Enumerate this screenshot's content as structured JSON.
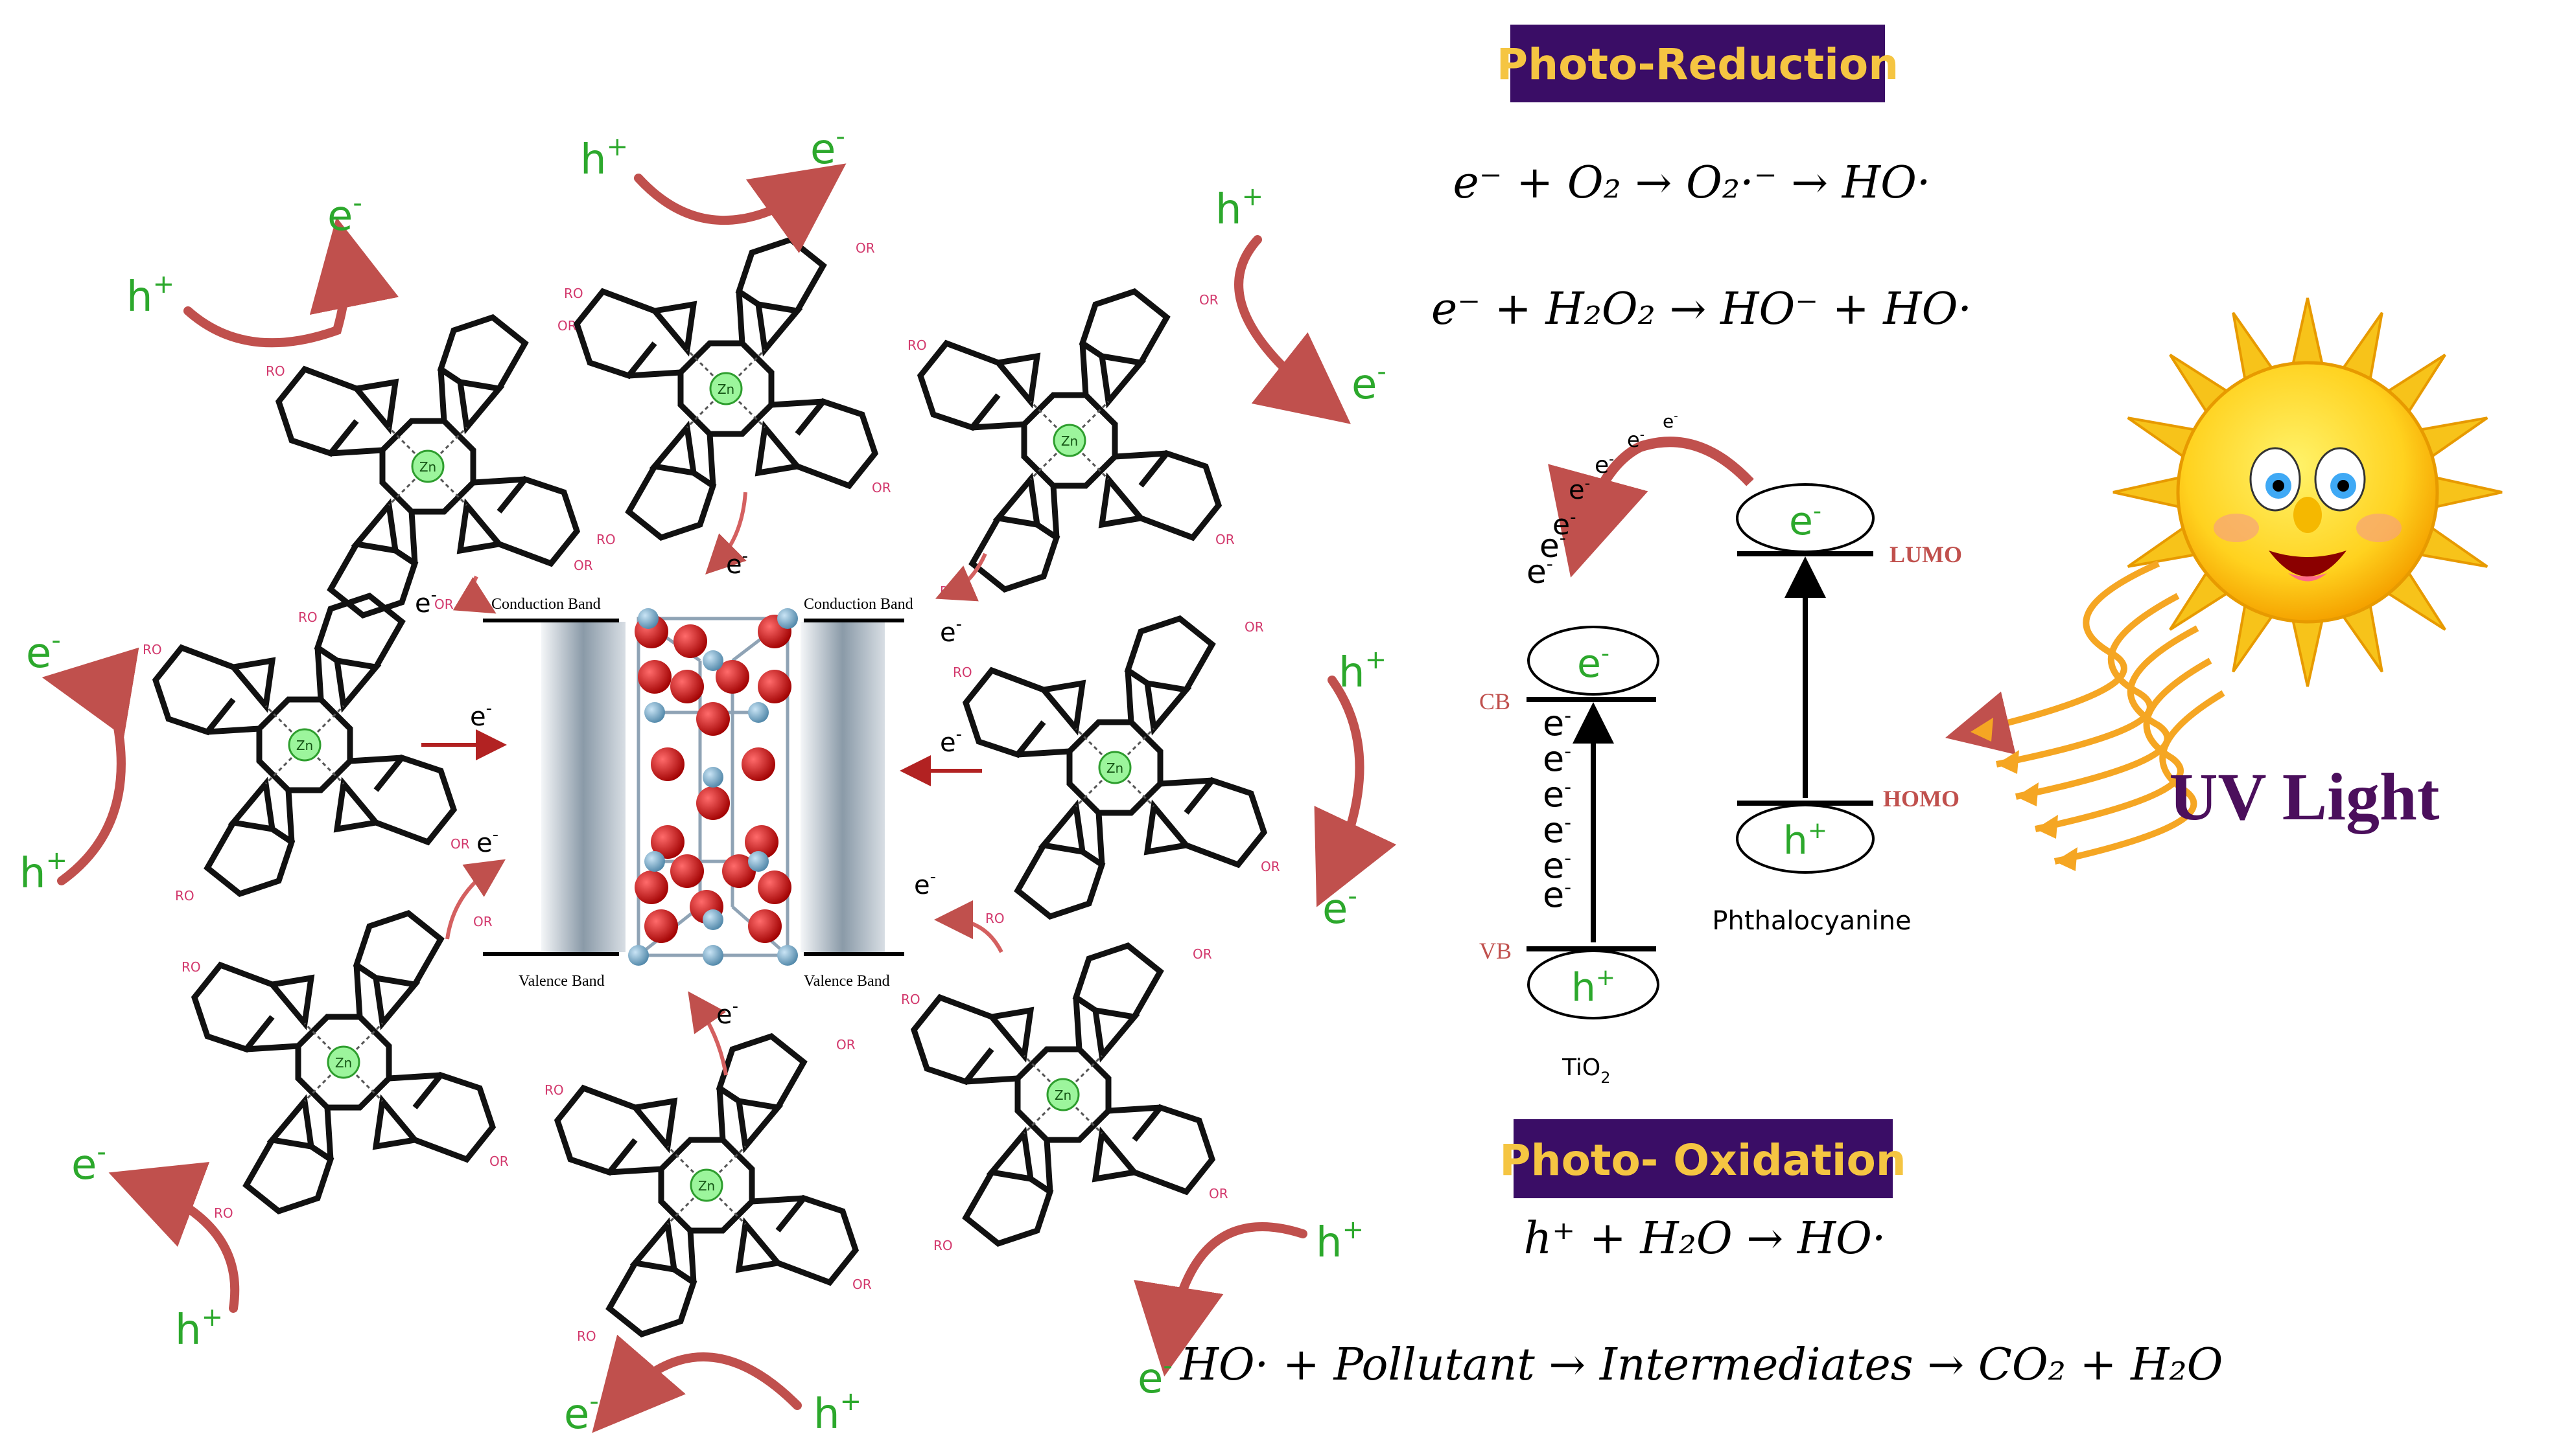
{
  "labels": {
    "photo_reduction": "Photo-Reduction",
    "photo_oxidation": "Photo- Oxidation",
    "uv_light": "UV Light",
    "conduction_band": "Conduction Band",
    "valence_band": "Valence Band",
    "cb": "CB",
    "vb": "VB",
    "lumo": "LUMO",
    "homo": "HOMO",
    "phthalocyanine": "Phthalocyanine",
    "tio2_main": "TiO",
    "tio2_sub": "2",
    "electron": "e",
    "hole": "h",
    "minus": "-",
    "plus": "+",
    "zn": "Zn",
    "ro": "RO",
    "or": "OR"
  },
  "equations": {
    "eq1": "e⁻ + O₂ → O₂·⁻ → HO·",
    "eq2": "e⁻ + H₂O₂ → HO⁻ + HO·",
    "eq3": "h⁺ + H₂O → HO·",
    "eq4": "HO· + Pollutant → Intermediates → CO₂ + H₂O"
  },
  "colors": {
    "label_bg": "#3a0d66",
    "label_text": "#f5c542",
    "charge_green": "#2ca82c",
    "curved_arrow": "#c0504d",
    "uv_text": "#4b0f5c",
    "band_red": "#c0504d",
    "sun_yellow": "#f7c31a",
    "ray_orange": "#f5a623"
  }
}
